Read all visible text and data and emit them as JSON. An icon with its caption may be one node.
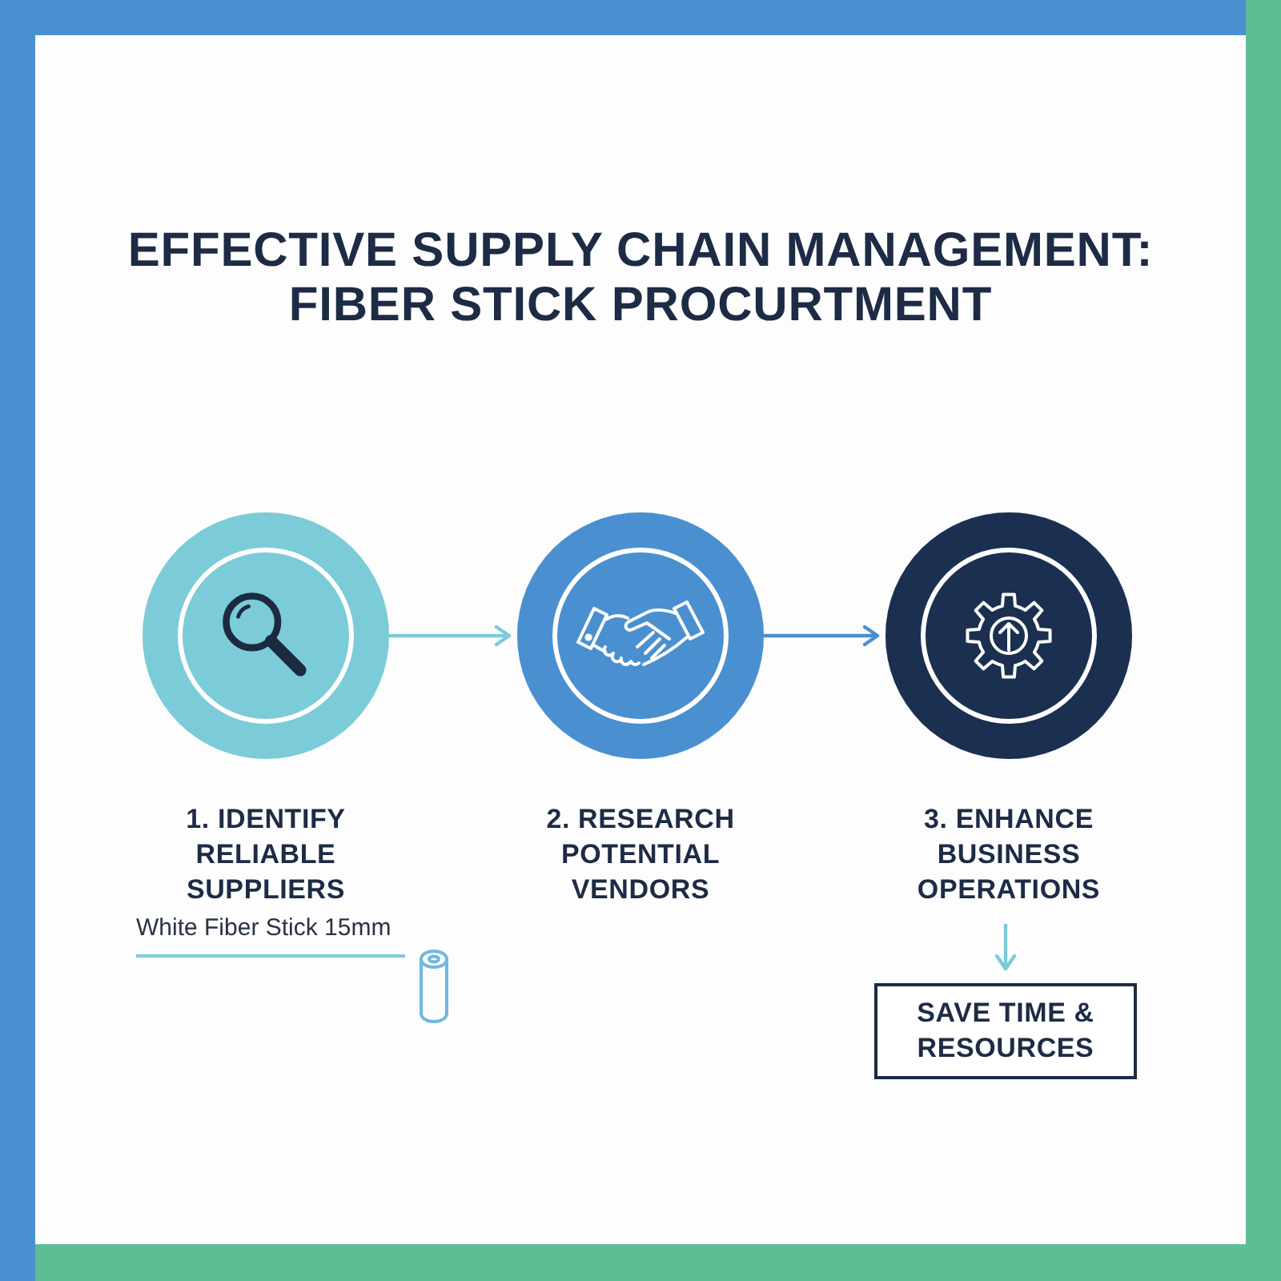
{
  "diagram": {
    "title": "EFFECTIVE SUPPLY CHAIN MANAGEMENT: FIBER STICK PROCURTMENT",
    "nodes": [
      {
        "text": [
          "1. IDENTIFY RELIABLE SUPPLIERS"
        ]
      },
      {
        "text": [
          "2. RESEARCH POTENTIAL VENDORS"
        ]
      },
      {
        "text": [
          "3. ENHANCE BUSINESS OPERATIONS"
        ]
      },
      {
        "text": [
          "SAVE TIME & RESOURCES"
        ]
      }
    ],
    "edges": [
      {
        "from": 0,
        "to": 1,
        "arrow": "to"
      },
      {
        "from": 1,
        "to": 2,
        "arrow": "to",
        "color": "#4a90d0"
      },
      {
        "from": 2,
        "to": 3,
        "arrow": "to"
      }
    ],
    "labels": [
      "White Fiber Stick 15mm"
    ]
  }
}
